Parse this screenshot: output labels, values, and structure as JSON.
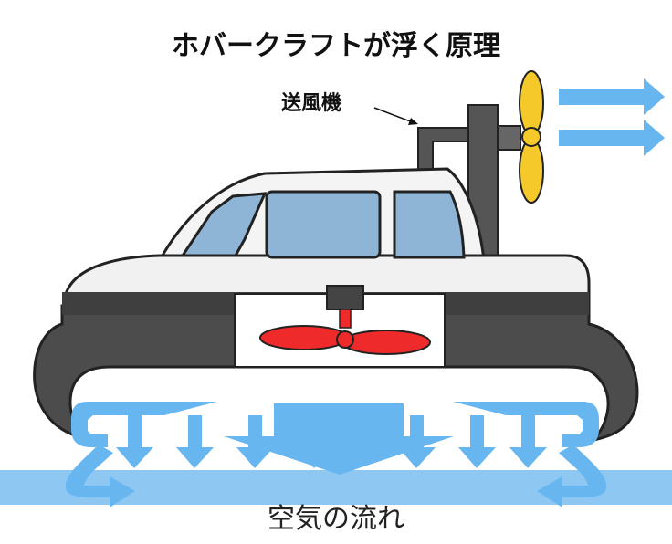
{
  "title": "ホバークラフトが浮く原理",
  "fan_label": "送風機",
  "air_flow_label": "空気の流れ",
  "colors": {
    "air": "#67b6f0",
    "ground": "#8ec7f2",
    "body": "#f2f2f2",
    "dark": "#4a4a4a",
    "window": "#88aed0",
    "propeller": "#f5c92a",
    "lift_fan": "#ee2a2a"
  }
}
